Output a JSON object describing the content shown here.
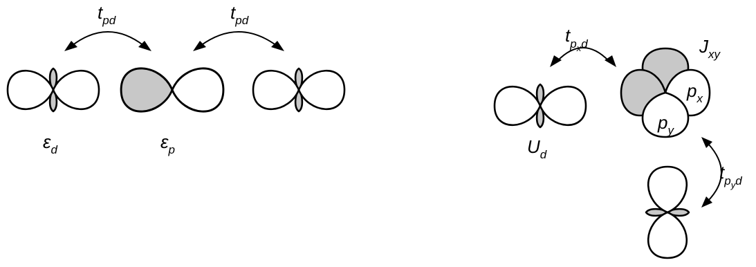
{
  "colors": {
    "line": "#000000",
    "shade": "#c8c8c8",
    "background": "#ffffff"
  },
  "labels": {
    "t_pd_left": {
      "main": "t",
      "sub": "pd"
    },
    "t_pd_right": {
      "main": "t",
      "sub": "pd"
    },
    "eps_d": {
      "main": "ε",
      "sub": "d"
    },
    "eps_p": {
      "main": "ε",
      "sub": "p"
    },
    "t_pxd": {
      "main": "t",
      "sub": "p",
      "subsub": "x",
      "tail": "d"
    },
    "J_xy": {
      "main": "J",
      "sub": "xy"
    },
    "p_x": {
      "main": "p",
      "sub": "x"
    },
    "p_y": {
      "main": "p",
      "sub": "y"
    },
    "U_d": {
      "main": "U",
      "sub": "d"
    },
    "t_pyd": {
      "main": "t",
      "sub": "p",
      "subsub": "y",
      "tail": "d"
    }
  }
}
